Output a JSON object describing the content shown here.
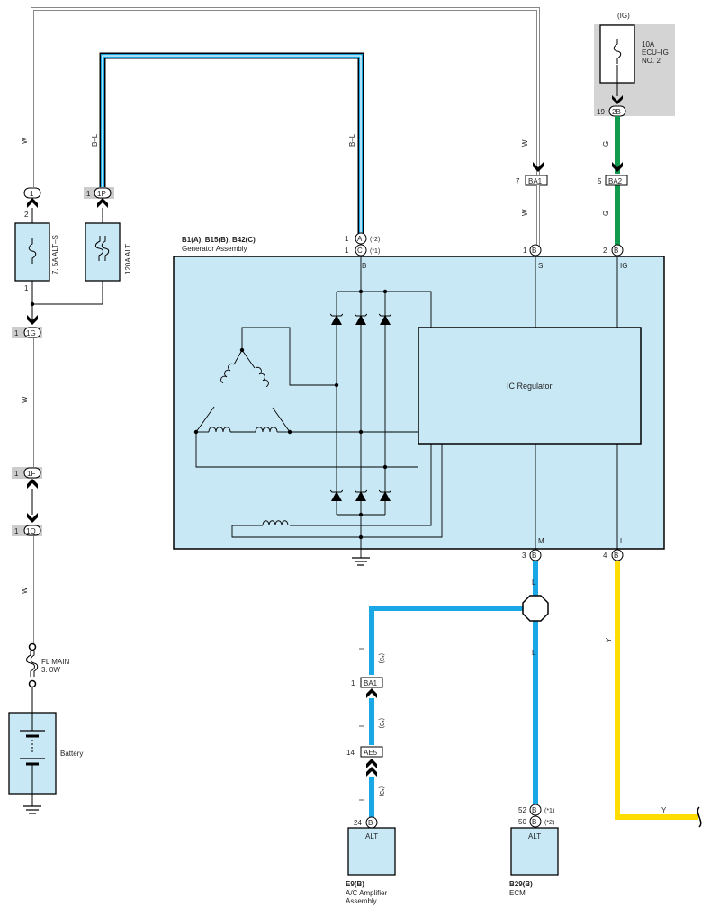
{
  "colors": {
    "component_fill": "#c9e8f6",
    "ig_shade": "#d4d4d4",
    "wire_blue": "#19a7e6",
    "wire_green": "#0f9a4d",
    "wire_yellow": "#ffdd00",
    "wire_black": "#000000",
    "connector_gray": "#cccccc"
  },
  "icons": [
    "fuse-icon",
    "zener-diode-icon",
    "coil-icon",
    "ground-icon",
    "battery-icon",
    "junction-octagon-icon",
    "connector-arrow-icon"
  ],
  "top": {
    "ig_label": "(IG)",
    "fuse_ecu_ig": "10A\nECU–IG\nNO. 2",
    "pin_19": "19",
    "pin_2b": "2B"
  },
  "left": {
    "wire_w": "W",
    "wire_bl": "B–L",
    "conn_1": "1",
    "conn_1p_pin": "1",
    "conn_1p": "1P",
    "pin_2": "2",
    "pin_1_bottom": "1",
    "fuse_alts": "7. 5A ALT–S",
    "fuse_120a": "120A ALT",
    "conn_1g_pin": "1",
    "conn_1g": "1G",
    "conn_1f_pin": "1",
    "conn_1f": "1F",
    "conn_1q_pin": "1",
    "conn_1q": "1Q",
    "fl_main": "FL MAIN\n3. 0W",
    "battery": "Battery"
  },
  "generator": {
    "connector_ids": "B1(A), B15(B), B42(C)",
    "name": "Generator Assembly",
    "pin_a_no": "1",
    "pin_a": "A",
    "pin_a_note": "(*2)",
    "pin_c_no": "1",
    "pin_c": "C",
    "pin_c_note": "(*1)",
    "term_b": "B",
    "pin_s_no": "1",
    "pin_s": "B",
    "term_s": "S",
    "pin_ig_no": "2",
    "pin_ig": "B",
    "term_ig": "IG",
    "regulator": "IC Regulator",
    "term_m": "M",
    "term_l": "L",
    "pin_m_no": "3",
    "pin_m": "B",
    "pin_l_no": "4",
    "pin_l": "B"
  },
  "right_wires": {
    "ba1_pin": "7",
    "ba1": "BA1",
    "ba2_pin": "5",
    "ba2": "BA2",
    "w": "W",
    "g": "G",
    "l": "L",
    "y": "Y"
  },
  "bottom": {
    "l": "L",
    "note3": "(*3)",
    "ba1_pin": "1",
    "ba1": "BA1",
    "ae5_pin": "14",
    "ae5": "AE5",
    "e9_pin": "24",
    "e9": "B",
    "alt": "ALT",
    "e9_id": "E9(B)",
    "e9_name": "A/C Amplifier\nAssembly",
    "ecm_pin52": "52",
    "ecm_pin52_b": "B",
    "ecm_note1": "(*1)",
    "ecm_pin50": "50",
    "ecm_pin50_b": "B",
    "ecm_note2": "(*2)",
    "ecm_alt": "ALT",
    "b29_id": "B29(B)",
    "b29_name": "ECM"
  }
}
